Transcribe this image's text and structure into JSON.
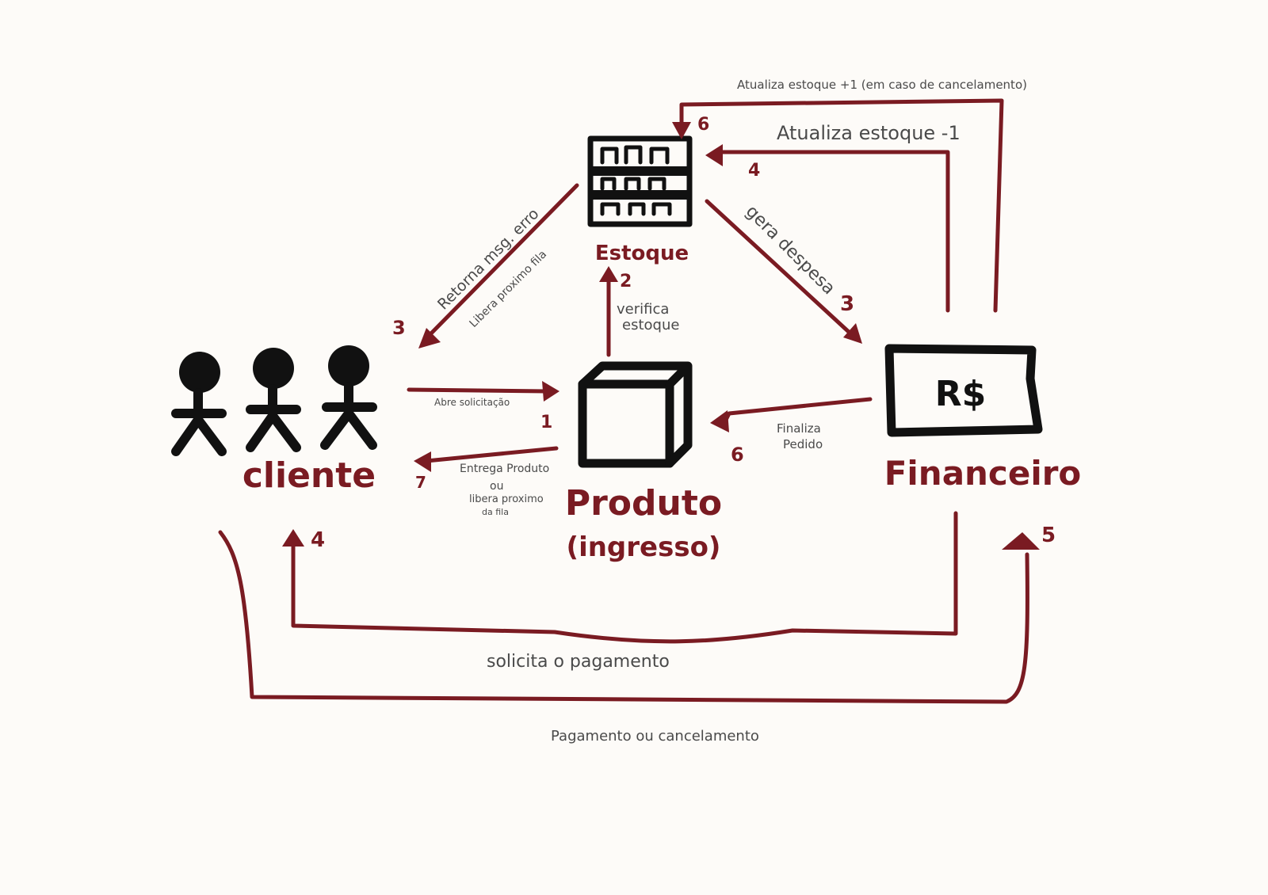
{
  "nodes": {
    "cliente": "cliente",
    "estoque": "Estoque",
    "produto_line1": "Produto",
    "produto_line2": "(ingresso)",
    "financeiro": "Financeiro",
    "money_symbol": "R$"
  },
  "edges": {
    "abre_solicitacao": {
      "label": "Abre solicitação",
      "step": "1"
    },
    "verifica_estoque": {
      "label_line1": "verifica",
      "label_line2": "estoque",
      "step": "2"
    },
    "retorna_erro": {
      "label_line1": "Retorna msg. erro",
      "label_line2": "Libera proximo fila",
      "step": "3"
    },
    "gera_despesa": {
      "label": "gera despesa",
      "step": "3"
    },
    "atualiza_menos": {
      "label": "Atualiza estoque -1",
      "step": "4"
    },
    "solicita_pagamento": {
      "label": "solicita o pagamento",
      "step": "4"
    },
    "pagamento_cancelamento": {
      "label": "Pagamento ou cancelamento",
      "step": "5"
    },
    "atualiza_mais": {
      "label": "Atualiza estoque +1 (em caso de cancelamento)",
      "step": "6"
    },
    "finaliza_pedido": {
      "label_line1": "Finaliza",
      "label_line2": "Pedido",
      "step": "6"
    },
    "entrega_produto": {
      "label_line1": "Entrega Produto",
      "label_line2": "ou",
      "label_line3": "libera proximo",
      "label_line4": "da fila",
      "step": "7"
    }
  },
  "colors": {
    "accent": "#7a1b22",
    "ink": "#111111",
    "note": "#4a4a4a",
    "background": "#fdfbf8"
  },
  "icons": {
    "cliente": "people-icon",
    "estoque": "shelf-icon",
    "produto": "box-icon",
    "financeiro": "money-icon"
  }
}
